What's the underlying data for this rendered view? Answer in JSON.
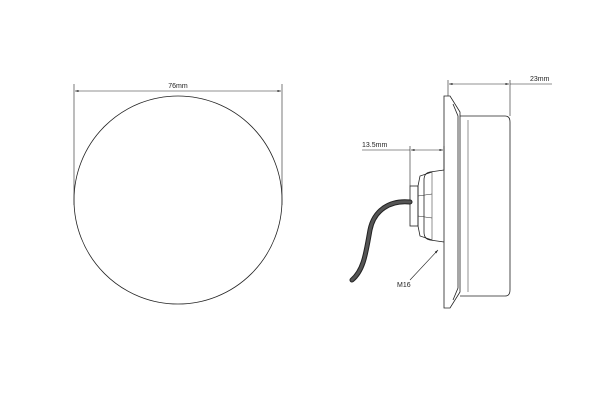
{
  "labels": {
    "diameter": "76mm",
    "depth": "23mm",
    "thread_length": "13.5mm",
    "thread_size": "M16"
  },
  "colors": {
    "line": "#222222",
    "background": "#ffffff"
  }
}
